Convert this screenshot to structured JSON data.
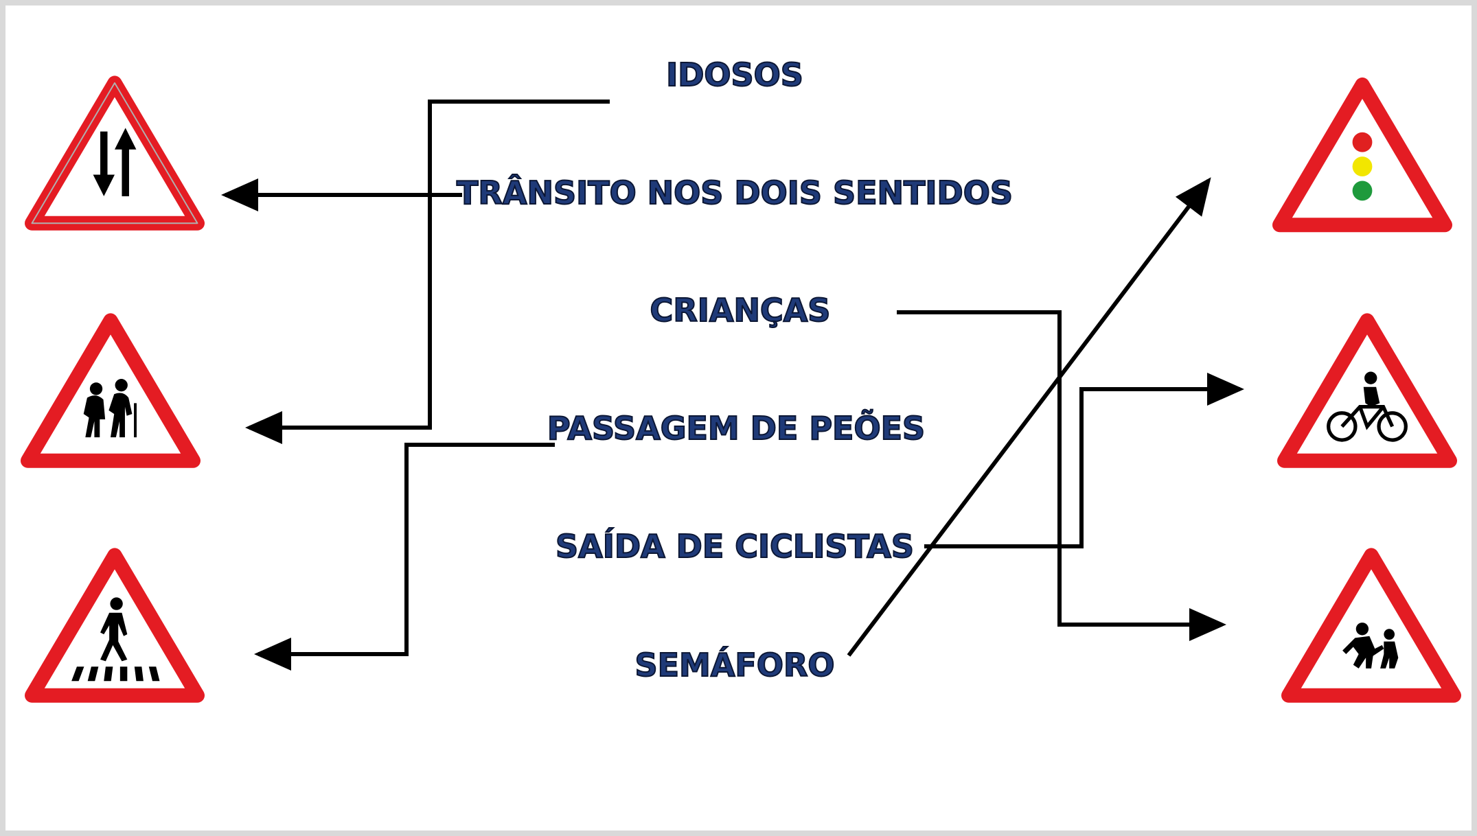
{
  "labels": {
    "idosos": "IDOSOS",
    "transito": "TRÂNSITO NOS DOIS SENTIDOS",
    "criancas": "CRIANÇAS",
    "passagem": "PASSAGEM DE PEÕES",
    "saida": "SAÍDA DE CICLISTAS",
    "semaforo": "SEMÁFORO"
  },
  "colors": {
    "sign_red": "#e41c23",
    "text_fill": "#1f3a78",
    "text_stroke": "#0b1633",
    "line": "#000000",
    "light_red": "#e02020",
    "light_yellow": "#f2e600",
    "light_green": "#1e9a3c"
  },
  "signs_left": [
    "two-way-traffic-sign",
    "elderly-sign",
    "pedestrian-crossing-sign"
  ],
  "signs_right": [
    "traffic-light-sign",
    "cyclists-sign",
    "children-sign"
  ]
}
